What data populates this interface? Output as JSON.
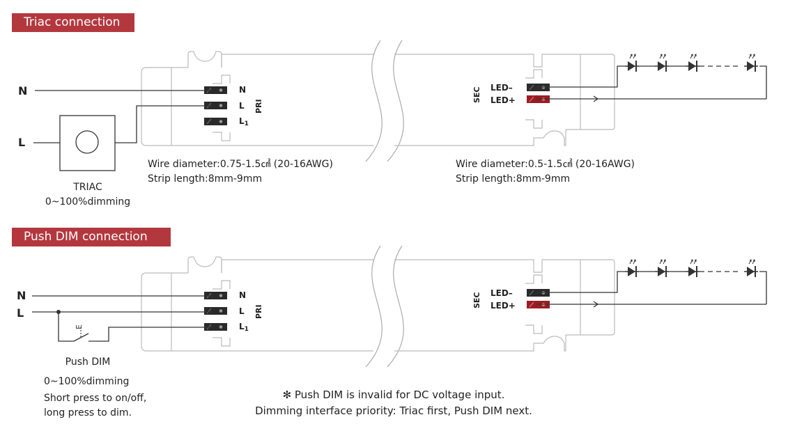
{
  "sections": {
    "triac": {
      "header": "Triac connection",
      "label_n": "N",
      "label_l": "L",
      "device_name": "TRIAC",
      "device_desc": "0~100%dimming",
      "pri": {
        "n": "N",
        "l": "L",
        "l1": "L",
        "l1_sub": "1",
        "tag": "PRI"
      },
      "sec": {
        "tag": "SEC",
        "neg": "LED–",
        "pos": "LED+"
      },
      "pri_wire_line1": "Wire diameter:0.75-1.5㎠ (20-16AWG)",
      "pri_wire_line2": "Strip length:8mm-9mm",
      "sec_wire_line1": "Wire diameter:0.5-1.5㎠ (20-16AWG)",
      "sec_wire_line2": "Strip length:8mm-9mm"
    },
    "push": {
      "header": "Push DIM connection",
      "label_n": "N",
      "label_l": "L",
      "device_name": "Push DIM",
      "device_desc": "0~100%dimming",
      "device_note1": "Short press to on/off,",
      "device_note2": "long press to dim.",
      "switch_symbol": "E",
      "pri": {
        "n": "N",
        "l": "L",
        "l1": "L",
        "l1_sub": "1",
        "tag": "PRI"
      },
      "sec": {
        "tag": "SEC",
        "neg": "LED–",
        "pos": "LED+"
      }
    }
  },
  "footnote_line1": "✻ Push DIM is invalid for DC voltage input.",
  "footnote_line2": "Dimming interface priority: Triac first, Push DIM next.",
  "colors": {
    "header_bg": "#b3383e",
    "terminal_dark": "#2a2a2a",
    "terminal_red": "#9b1c22",
    "line": "#333333",
    "outline": "#bbbbbb"
  }
}
